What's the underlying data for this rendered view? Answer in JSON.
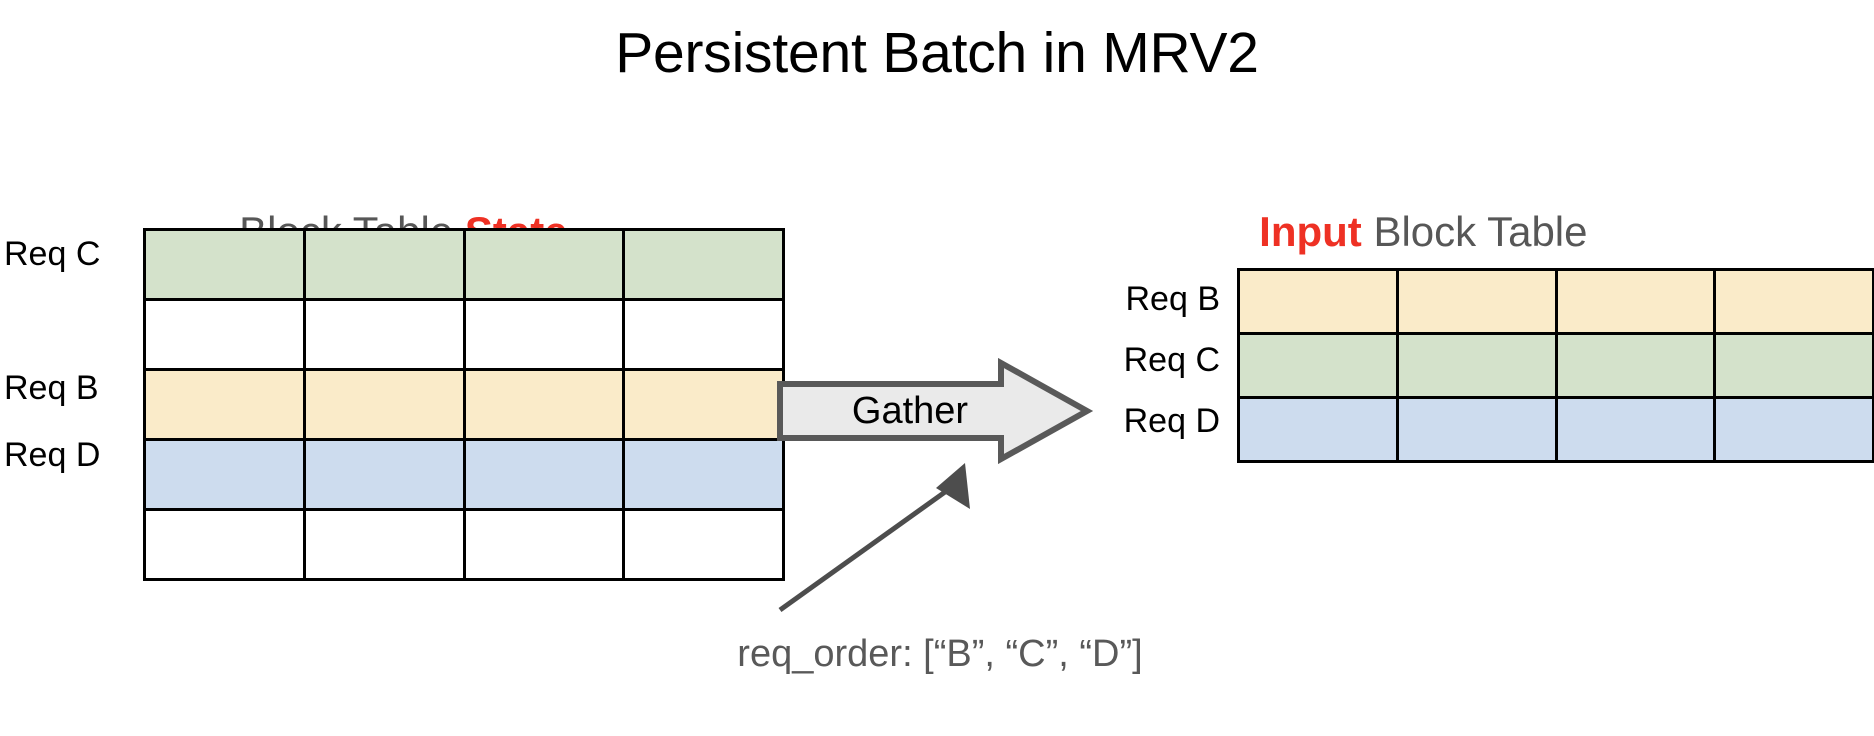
{
  "title": "Persistent Batch in MRV2",
  "left_panel": {
    "heading_prefix": "Block Table ",
    "heading_accent": "State",
    "row_labels": {
      "req_c": "Req C",
      "req_b": "Req B",
      "req_d": "Req D"
    },
    "table": {
      "columns": 4,
      "rows": [
        {
          "label": "Req C",
          "color": "#D4E2CB",
          "cells": [
            "",
            "",
            "",
            ""
          ]
        },
        {
          "label": "",
          "color": "#FFFFFF",
          "cells": [
            "",
            "",
            "",
            ""
          ]
        },
        {
          "label": "Req B",
          "color": "#FAEBC9",
          "cells": [
            "",
            "",
            "",
            ""
          ]
        },
        {
          "label": "Req D",
          "color": "#CDDCEE",
          "cells": [
            "",
            "",
            "",
            ""
          ]
        },
        {
          "label": "",
          "color": "#FFFFFF",
          "cells": [
            "",
            "",
            "",
            ""
          ]
        }
      ]
    }
  },
  "right_panel": {
    "heading_accent": "Input",
    "heading_suffix": " Block Table",
    "row_labels": {
      "req_b": "Req B",
      "req_c": "Req C",
      "req_d": "Req D"
    },
    "table": {
      "columns": 4,
      "rows": [
        {
          "label": "Req B",
          "color": "#FAEBC9",
          "cells": [
            "",
            "",
            "",
            ""
          ]
        },
        {
          "label": "Req C",
          "color": "#D4E2CB",
          "cells": [
            "",
            "",
            "",
            ""
          ]
        },
        {
          "label": "Req D",
          "color": "#CDDCEE",
          "cells": [
            "",
            "",
            "",
            ""
          ]
        }
      ]
    }
  },
  "gather": {
    "label": "Gather",
    "fill": "#EAEAEA",
    "stroke": "#595959"
  },
  "caption": {
    "text": "req_order: [“B”, “C”, “D”]",
    "color": "#595959"
  },
  "colors": {
    "accent_red": "#EE3124",
    "heading_gray": "#575757",
    "green": "#D4E2CB",
    "yellow": "#FAEBC9",
    "blue": "#CDDCEE",
    "border": "#000000"
  }
}
